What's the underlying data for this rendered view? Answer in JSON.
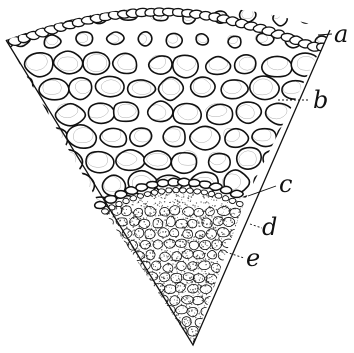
{
  "figure": {
    "labels": [
      {
        "id": "a",
        "text": "a"
      },
      {
        "id": "b",
        "text": "b"
      },
      {
        "id": "c",
        "text": "c"
      },
      {
        "id": "d",
        "text": "d"
      },
      {
        "id": "e",
        "text": "e"
      }
    ]
  },
  "colors": {
    "ink": "#111111",
    "paper": "#ffffff",
    "stipple": "#555555"
  }
}
